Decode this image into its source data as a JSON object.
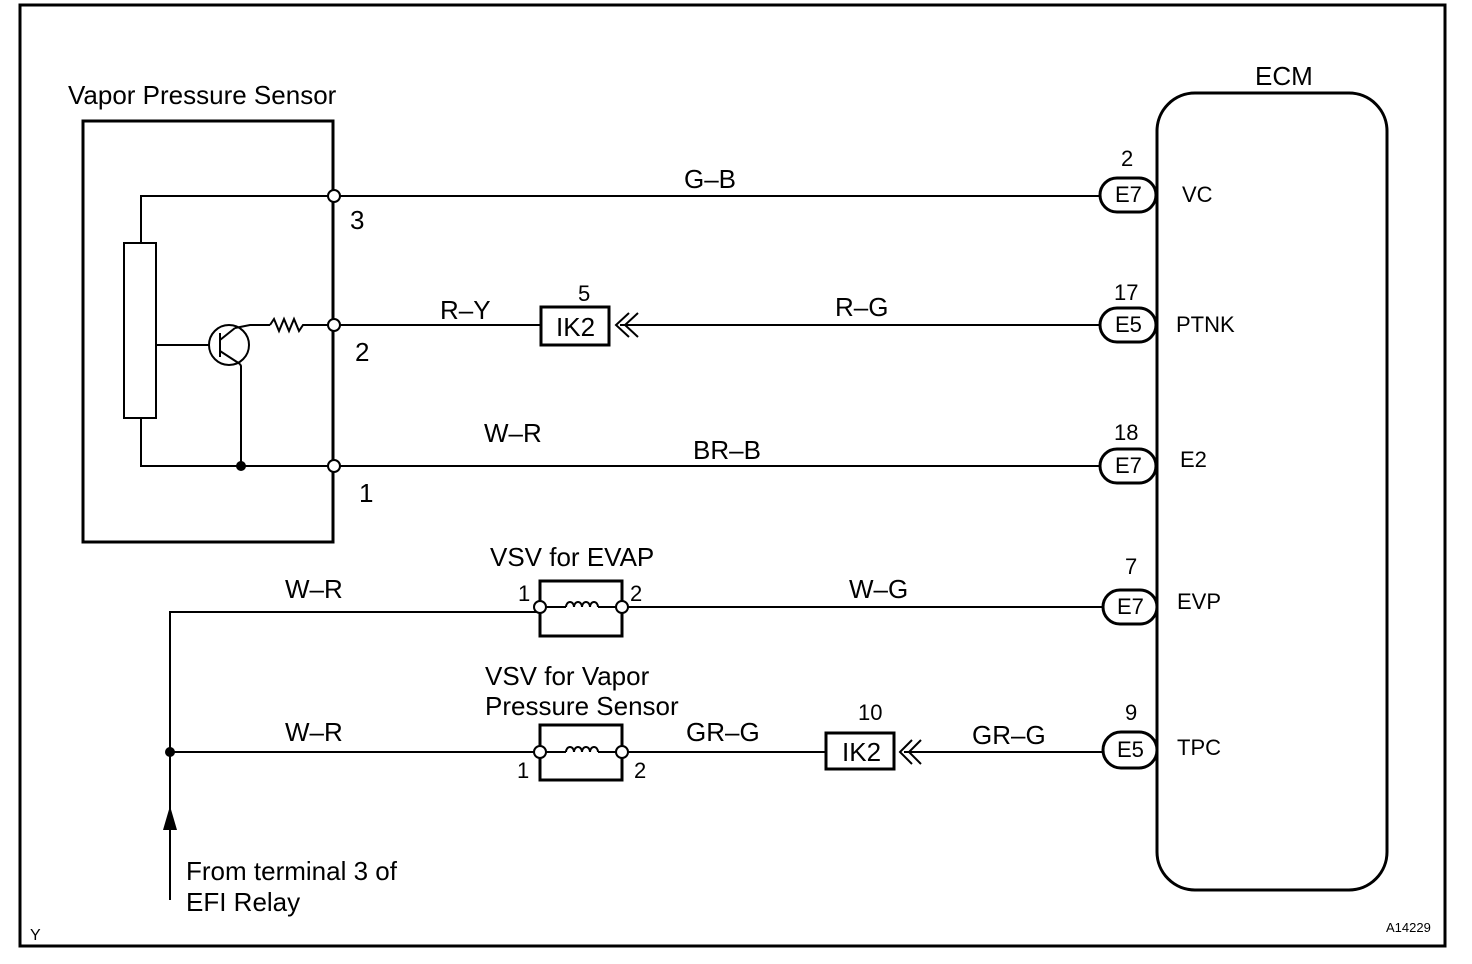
{
  "corner_left": "Y",
  "corner_right": "A14229",
  "sensor": {
    "title": "Vapor Pressure Sensor",
    "pin3": "3",
    "pin2": "2",
    "pin1": "1"
  },
  "ecm": {
    "title": "ECM"
  },
  "wires": {
    "vc": "G–B",
    "ry": "R–Y",
    "rg": "R–G",
    "wr_top": "W–R",
    "brb": "BR–B",
    "wr_evap": "W–R",
    "wg": "W–G",
    "wr_tpc": "W–R",
    "grg1": "GR–G",
    "grg2": "GR–G"
  },
  "connectors": {
    "ik2_a": {
      "label": "IK2",
      "pin": "5"
    },
    "ik2_b": {
      "label": "IK2",
      "pin": "10"
    }
  },
  "ecm_pins": [
    {
      "pin": "2",
      "connector": "E7",
      "signal": "VC"
    },
    {
      "pin": "17",
      "connector": "E5",
      "signal": "PTNK"
    },
    {
      "pin": "18",
      "connector": "E7",
      "signal": "E2"
    },
    {
      "pin": "7",
      "connector": "E7",
      "signal": "EVP"
    },
    {
      "pin": "9",
      "connector": "E5",
      "signal": "TPC"
    }
  ],
  "vsv_evap": {
    "title": "VSV for EVAP",
    "pin1": "1",
    "pin2": "2"
  },
  "vsv_vps": {
    "title_line1": "VSV for Vapor",
    "title_line2": "Pressure Sensor",
    "pin1": "1",
    "pin2": "2"
  },
  "source": {
    "line1": "From terminal 3 of",
    "line2": "EFI Relay"
  }
}
